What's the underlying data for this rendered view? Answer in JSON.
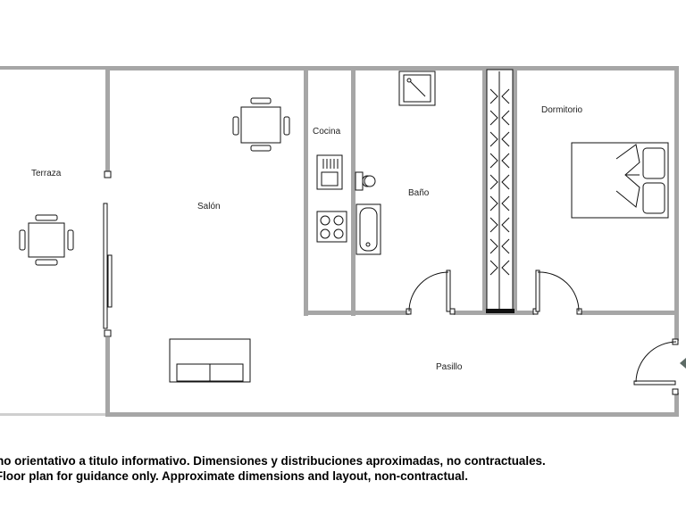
{
  "rooms": {
    "terraza": "Terraza",
    "salon": "Salón",
    "cocina": "Cocina",
    "bano": "Baño",
    "dormitorio": "Dormitorio",
    "pasillo": "Pasillo"
  },
  "disclaimer": {
    "es": "Plano orientativo a titulo informativo. Dimensiones y distribuciones aproximadas, no contractuales.",
    "en": "Floor plan for guidance only. Approximate dimensions and layout, non-contractual."
  },
  "icons": {
    "entrance": "entrance-arrow-icon"
  }
}
